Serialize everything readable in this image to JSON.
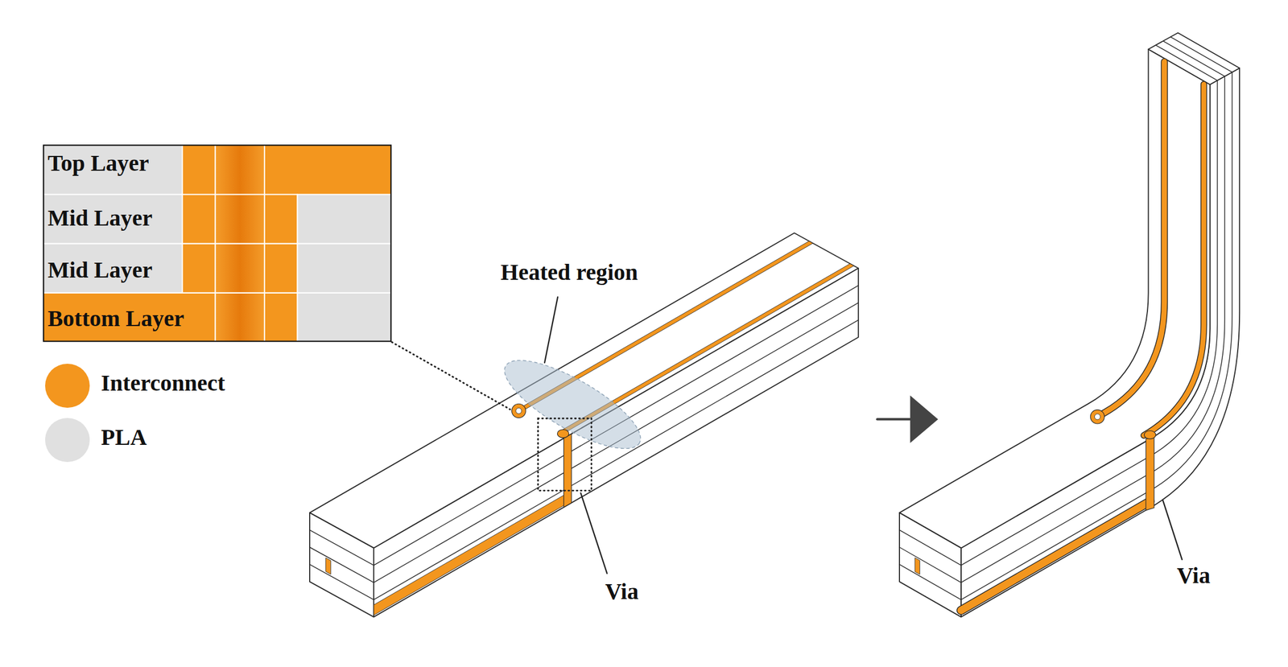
{
  "diagram": {
    "labels": [
      "Top Layer",
      "Mid Layer",
      "Mid Layer",
      "Bottom Layer",
      "Heated region",
      "Via",
      "Via"
    ],
    "legend": [
      {
        "text": "Interconnect",
        "color": "#F3961E"
      },
      {
        "text": "PLA",
        "color": "#E0E0E0"
      }
    ]
  }
}
